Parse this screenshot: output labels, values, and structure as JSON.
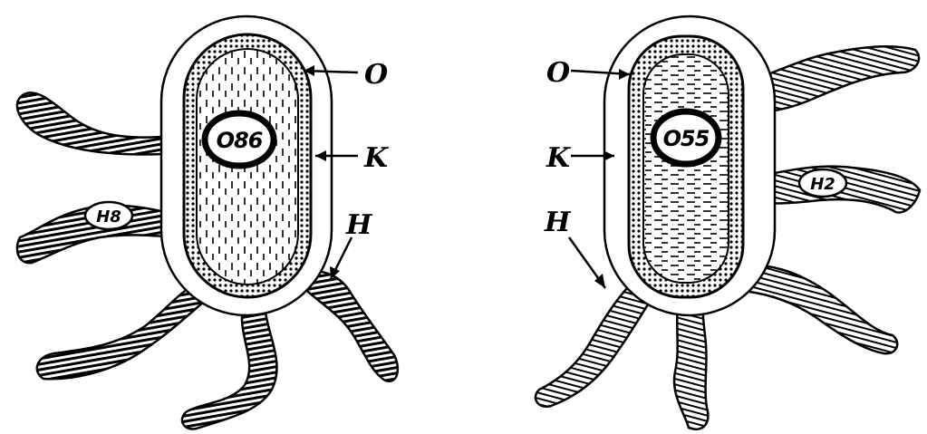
{
  "left_bacterium": {
    "o_antigen": "O86",
    "h_antigen": "H8",
    "labels": {
      "o": "O",
      "k": "K",
      "h": "H"
    }
  },
  "right_bacterium": {
    "o_antigen": "O55",
    "h_antigen": "H2",
    "labels": {
      "o": "O",
      "k": "K",
      "h": "H"
    }
  }
}
